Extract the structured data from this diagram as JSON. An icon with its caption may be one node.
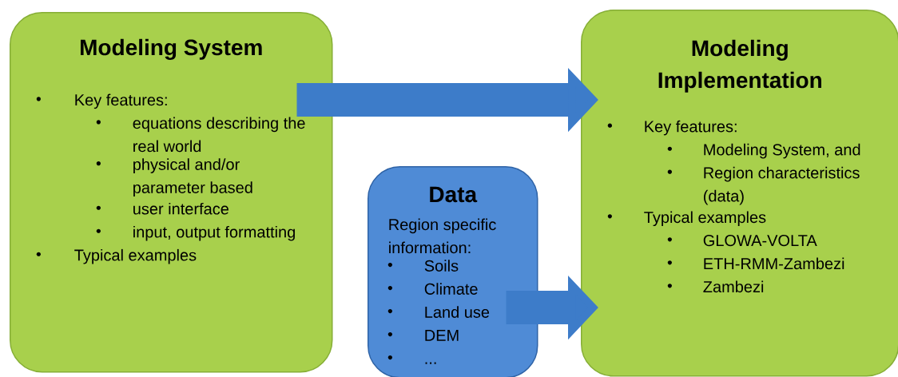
{
  "diagram": {
    "nodes": [
      {
        "text": [
          "Modeling System",
          "Key features:",
          "equations describing the real world",
          "physical and/or parameter based",
          "user interface",
          "input, output formatting",
          "Typical examples"
        ]
      },
      {
        "text": [
          "Modeling Implementation",
          "Key features:",
          "Modeling System, and",
          "Region characteristics (data)",
          "Typical examples",
          "GLOWA-VOLTA",
          "ETH-RMM-Zambezi",
          "Zambezi"
        ]
      },
      {
        "text": [
          "Data",
          "Region specific information:",
          "Soils",
          "Climate",
          "Land use",
          "DEM",
          "..."
        ]
      }
    ],
    "edges": [
      {
        "from": 0,
        "to": 1,
        "arrow": "to"
      },
      {
        "from": 2,
        "to": 1,
        "arrow": "to"
      }
    ]
  }
}
